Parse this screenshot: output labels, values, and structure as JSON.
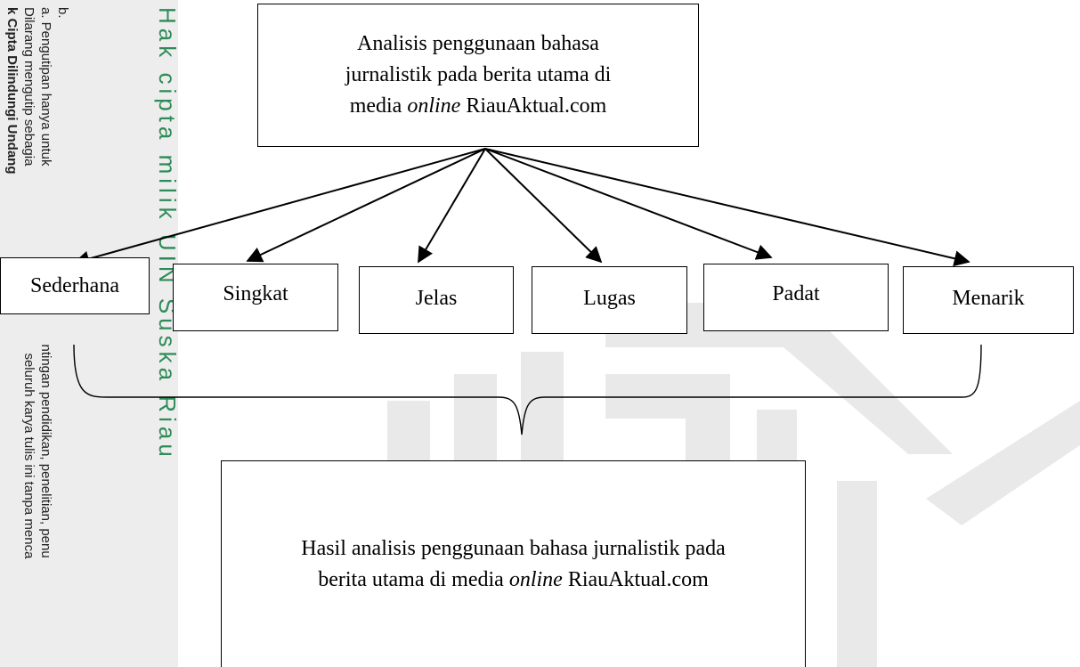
{
  "watermark": {
    "strip_text": "Hak cipta milik UIN Suska Riau",
    "notice_lines": [
      "k Cipta Dilindungi Undang",
      "Dilarang mengutip sebagia",
      "a. Pengutipan hanya untuk",
      "b."
    ],
    "notice_fragments": [
      "seluruh karya tulis ini tanpa menca",
      "ntingan pendidikan, penelitian, penu"
    ],
    "color": "#2e8b57"
  },
  "diagram": {
    "top_box": {
      "line1": "Analisis penggunaan bahasa",
      "line2": "jurnalistik pada berita utama di",
      "line3_pre": "media ",
      "line3_italic": "online",
      "line3_post": " RiauAktual.com"
    },
    "criteria": [
      "Sederhana",
      "Singkat",
      "Jelas",
      "Lugas",
      "Padat",
      "Menarik"
    ],
    "bottom_box": {
      "line1": "Hasil analisis penggunaan bahasa jurnalistik pada",
      "line2_pre": "berita utama di media ",
      "line2_italic": "online",
      "line2_post": " RiauAktual.com"
    }
  }
}
